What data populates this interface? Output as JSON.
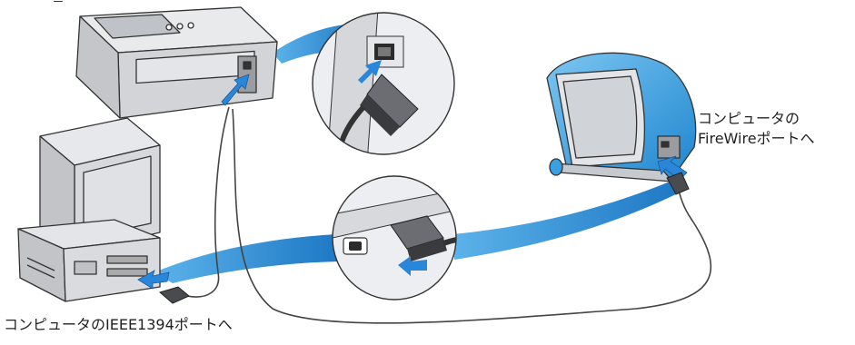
{
  "labels": {
    "pc_port": "コンピュータのIEEE1394ポートへ",
    "mac_port_line1": "コンピュータの",
    "mac_port_line2": "FireWireポートへ"
  },
  "colors": {
    "swoosh_blue": "#2f8fd6",
    "imac_blue": "#3aa0e0",
    "arrow_blue": "#2a86d8",
    "device_gray": "#d9dbdf",
    "outline": "#333333",
    "cable": "#444444"
  },
  "icons": [
    "printer",
    "desktop-pc",
    "imac",
    "ieee1394-connector",
    "arrow"
  ]
}
